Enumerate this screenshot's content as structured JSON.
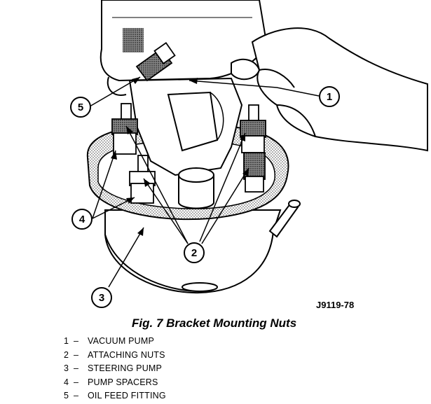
{
  "figure": {
    "code": "J9119-78",
    "caption": "Fig. 7 Bracket Mounting Nuts",
    "callouts": [
      "1",
      "2",
      "3",
      "4",
      "5"
    ]
  },
  "legend": [
    {
      "num": "1",
      "label": "VACUUM PUMP"
    },
    {
      "num": "2",
      "label": "ATTACHING NUTS"
    },
    {
      "num": "3",
      "label": "STEERING PUMP"
    },
    {
      "num": "4",
      "label": "PUMP SPACERS"
    },
    {
      "num": "5",
      "label": "OIL FEED FITTING"
    }
  ],
  "legend_separator": "–"
}
